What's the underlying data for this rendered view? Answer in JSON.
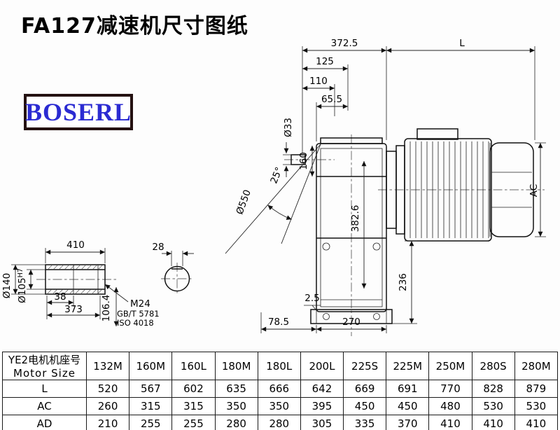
{
  "page": {
    "title": "FA127减速机尺寸图纸"
  },
  "logo": {
    "text": "BOSERL",
    "text_color": "#2b2bd2",
    "border_color": "#241111"
  },
  "drawing": {
    "labels": {
      "w372_5": "372.5",
      "L": "L",
      "w125": "125",
      "w110": "110",
      "w65_5": "65.5",
      "shaft_dia": "Ø33",
      "h160": "160",
      "angle": "25°",
      "flange_dia": "Ø550",
      "h382_6": "382.6",
      "ac": "AC",
      "h236": "236",
      "t2_5": "2.5",
      "w78_5": "78.5",
      "w270": "270",
      "len410": "410",
      "key28": "28",
      "dia140": "Ø140",
      "dia105": "Ø105",
      "dia105_tol": "H7",
      "w38": "38",
      "len373": "373",
      "thread": "M24",
      "std_gb": "GB/T 5781",
      "std_iso": "ISO 4018",
      "h106_4": "106.4"
    }
  },
  "table": {
    "header_cn": "YE2电机机座号",
    "header_en": "Motor Size",
    "columns": [
      "132M",
      "160M",
      "160L",
      "180M",
      "180L",
      "200L",
      "225S",
      "225M",
      "250M",
      "280S",
      "280M"
    ],
    "rows": [
      {
        "label": "L",
        "values": [
          520,
          567,
          602,
          635,
          666,
          642,
          669,
          691,
          770,
          828,
          879
        ]
      },
      {
        "label": "AC",
        "values": [
          260,
          315,
          315,
          350,
          350,
          395,
          450,
          450,
          480,
          530,
          530
        ]
      },
      {
        "label": "AD",
        "values": [
          210,
          255,
          255,
          280,
          280,
          305,
          335,
          370,
          410,
          410,
          410
        ]
      }
    ]
  }
}
